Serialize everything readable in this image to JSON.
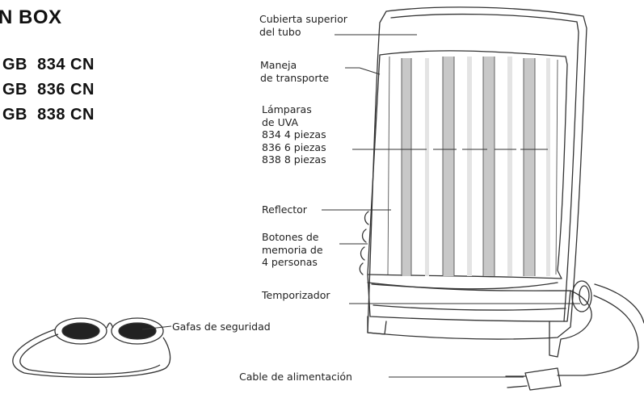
{
  "heading": "N BOX",
  "models": [
    "GB  834 CN",
    "GB  836 CN",
    "GB  838 CN"
  ],
  "labels": {
    "cubierta_line1": "Cubierta superior",
    "cubierta_line2": "del tubo",
    "maneja_line1": "Maneja",
    "maneja_line2": "de transporte",
    "lamparas_line1": "Lámparas",
    "lamparas_line2": "de UVA",
    "lamparas_line3": "834 4 piezas",
    "lamparas_line4": "836 6 piezas",
    "lamparas_line5": "838 8 piezas",
    "reflector": "Reflector",
    "botones_line1": "Botones de",
    "botones_line2": "memoria de",
    "botones_line3": "4 personas",
    "temporizador": "Temporizador",
    "gafas": "Gafas de seguridad",
    "cable": "Cable de alimentación"
  },
  "colors": {
    "line": "#333333",
    "tube": "#c8c8c8",
    "text": "#222222"
  }
}
